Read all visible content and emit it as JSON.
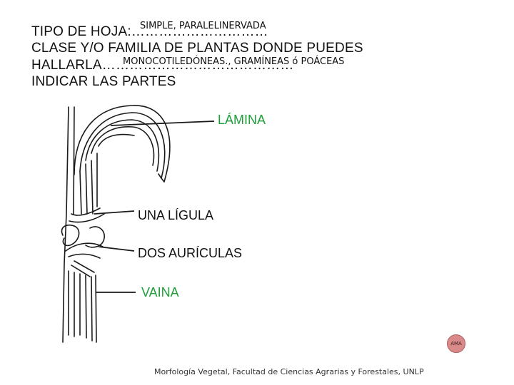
{
  "questions": {
    "q1_label": "TIPO DE HOJA:…………………………",
    "q1_answer": "SIMPLE, PARALELINERVADA",
    "q2_line1": "CLASE Y/O FAMILIA DE PLANTAS DONDE PUEDES",
    "q2_line2": "HALLARLA……………………………………",
    "q2_answer": "MONOCOTILEDÓNEAS., GRAMÍNEAS ó POÁCEAS",
    "q3_label": "INDICAR LAS PARTES"
  },
  "labels": {
    "lamina": "LÁMINA",
    "ligula": "UNA LÍGULA",
    "auriculas": "DOS AURÍCULAS",
    "vaina": "VAINA"
  },
  "colors": {
    "highlight": "#1e9e3a",
    "seal": "#d98b8b"
  },
  "seal_text": "AMA",
  "footer": "Morfología Vegetal, Facultad de Ciencias Agrarias y Forestales, UNLP"
}
